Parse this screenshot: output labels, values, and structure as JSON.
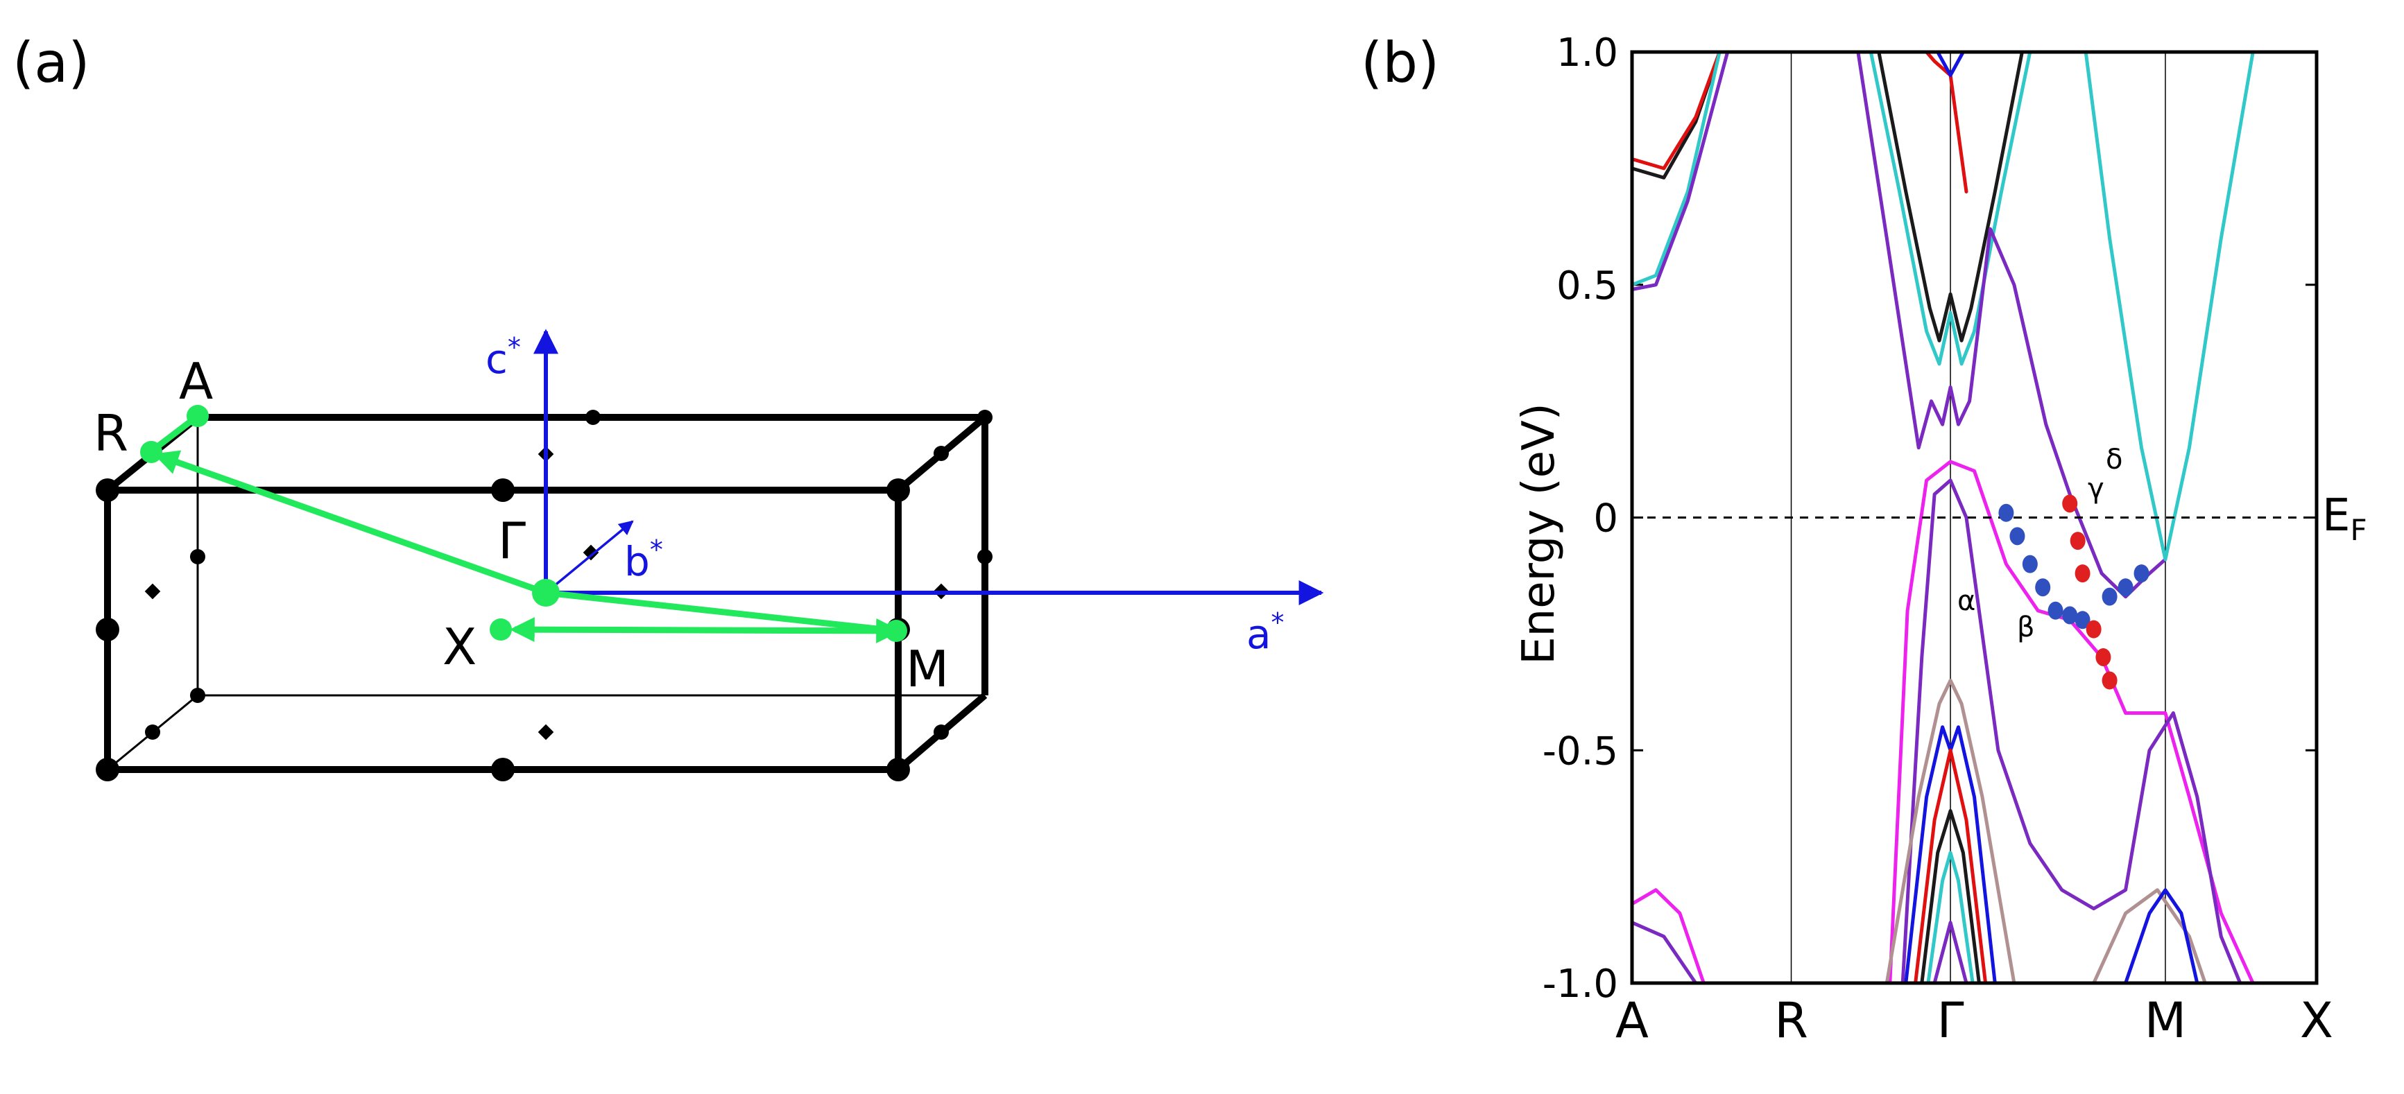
{
  "panel_a": {
    "panel_label": "(a)",
    "axes": {
      "a": "a",
      "b": "b",
      "c": "c",
      "star": "*"
    },
    "points": {
      "A": "A",
      "R": "R",
      "Gamma": "Γ",
      "X": "X",
      "M": "M"
    },
    "colors": {
      "box": "#000000",
      "axes": "#1414e0",
      "path": "#22e85c"
    }
  },
  "panel_b": {
    "panel_label": "(b)",
    "fermi_label": "E",
    "fermi_sub": "F",
    "crossing_labels": {
      "alpha": "α",
      "beta": "β",
      "gamma": "γ",
      "delta": "δ"
    }
  },
  "chart_data": {
    "type": "line",
    "ylabel": "Energy (eV)",
    "ylim": [
      -1.0,
      1.0
    ],
    "yticks": [
      1.0,
      0.5,
      0,
      -0.5,
      -1.0
    ],
    "ytick_labels": [
      "1.0",
      "0.5",
      "0",
      "-0.5",
      "-1.0"
    ],
    "xlim": [
      0,
      4.3
    ],
    "kpoints": [
      {
        "label": "A",
        "x": 0
      },
      {
        "label": "R",
        "x": 1.0
      },
      {
        "label": "Γ",
        "x": 2.0
      },
      {
        "label": "M",
        "x": 3.35
      },
      {
        "label": "X",
        "x": 4.3
      }
    ],
    "fermi_level": 0,
    "series": [
      {
        "color": "#1a1a1a",
        "x": [
          0,
          0.2,
          0.4,
          0.55
        ],
        "y": [
          0.75,
          0.73,
          0.85,
          1.0
        ]
      },
      {
        "color": "#e01010",
        "x": [
          0,
          0.2,
          0.4,
          0.55
        ],
        "y": [
          0.77,
          0.75,
          0.86,
          1.0
        ]
      },
      {
        "color": "#30c8c8",
        "x": [
          0,
          0.15,
          0.35,
          0.55
        ],
        "y": [
          0.5,
          0.52,
          0.7,
          1.0
        ]
      },
      {
        "color": "#7a2ac0",
        "x": [
          0,
          0.15,
          0.35,
          0.6
        ],
        "y": [
          0.49,
          0.5,
          0.68,
          1.0
        ]
      },
      {
        "color": "#7a2ac0",
        "x": [
          0,
          0.2,
          0.4,
          0.6
        ],
        "y": [
          -0.87,
          -0.9,
          -1.0,
          -1.0
        ]
      },
      {
        "color": "#ee22ee",
        "x": [
          0,
          0.15,
          0.3,
          0.45,
          0.6
        ],
        "y": [
          -0.83,
          -0.8,
          -0.85,
          -1.0,
          -1.0
        ]
      },
      {
        "color": "#1a1a1a",
        "x": [
          1.55,
          1.72,
          1.87,
          1.93,
          2.0,
          2.07,
          2.13,
          2.28,
          2.45
        ],
        "y": [
          1.0,
          0.7,
          0.45,
          0.38,
          0.48,
          0.38,
          0.45,
          0.7,
          1.0
        ]
      },
      {
        "color": "#30c8c8",
        "x": [
          1.5,
          1.68,
          1.85,
          1.93,
          2.0,
          2.07,
          2.15,
          2.32,
          2.5
        ],
        "y": [
          1.0,
          0.7,
          0.4,
          0.33,
          0.44,
          0.33,
          0.4,
          0.7,
          1.0
        ]
      },
      {
        "color": "#7a2ac0",
        "x": [
          1.42,
          1.6,
          1.8,
          1.88,
          1.95,
          2.0,
          2.05,
          2.12,
          2.25,
          2.4,
          2.6,
          2.75,
          2.95,
          3.1,
          3.25,
          3.35
        ],
        "y": [
          1.0,
          0.6,
          0.15,
          0.25,
          0.2,
          0.28,
          0.2,
          0.25,
          0.62,
          0.5,
          0.2,
          0.05,
          -0.12,
          -0.17,
          -0.12,
          -0.09
        ]
      },
      {
        "color": "#e01010",
        "x": [
          1.85,
          1.9,
          2.0,
          2.1
        ],
        "y": [
          1.0,
          0.98,
          0.95,
          0.7
        ]
      },
      {
        "color": "#1414e0",
        "x": [
          1.92,
          2.0,
          2.08
        ],
        "y": [
          1.0,
          0.95,
          1.0
        ]
      },
      {
        "color": "#30c8c8",
        "x": [
          2.85,
          3.0,
          3.2,
          3.35,
          3.5,
          3.7,
          3.9
        ],
        "y": [
          1.0,
          0.6,
          0.15,
          -0.09,
          0.15,
          0.6,
          1.0
        ]
      },
      {
        "color": "#ee22ee",
        "x": [
          1.62,
          1.73,
          1.85,
          2.0,
          2.15,
          2.35,
          2.55,
          2.75,
          2.95,
          3.1,
          3.35,
          3.5,
          3.7,
          3.9
        ],
        "y": [
          -1.0,
          -0.2,
          0.08,
          0.12,
          0.1,
          -0.1,
          -0.2,
          -0.22,
          -0.3,
          -0.42,
          -0.42,
          -0.6,
          -0.85,
          -1.0
        ]
      },
      {
        "color": "#7a2ac0",
        "x": [
          1.7,
          1.82,
          1.9,
          2.0,
          2.1,
          2.3,
          2.5,
          2.7,
          2.9,
          3.1,
          3.25,
          3.4,
          3.55,
          3.7,
          3.82
        ],
        "y": [
          -1.0,
          -0.3,
          0.05,
          0.08,
          0.0,
          -0.5,
          -0.7,
          -0.8,
          -0.84,
          -0.8,
          -0.5,
          -0.42,
          -0.6,
          -0.9,
          -1.0
        ]
      },
      {
        "color": "#b09090",
        "x": [
          1.6,
          1.8,
          1.93,
          2.0,
          2.07,
          2.2,
          2.4
        ],
        "y": [
          -1.0,
          -0.6,
          -0.4,
          -0.35,
          -0.4,
          -0.6,
          -1.0
        ]
      },
      {
        "color": "#1414e0",
        "x": [
          1.72,
          1.85,
          1.95,
          2.0,
          2.05,
          2.15,
          2.28
        ],
        "y": [
          -1.0,
          -0.6,
          -0.45,
          -0.5,
          -0.45,
          -0.6,
          -1.0
        ]
      },
      {
        "color": "#e01010",
        "x": [
          1.78,
          1.9,
          2.0,
          2.1,
          2.22
        ],
        "y": [
          -1.0,
          -0.65,
          -0.5,
          -0.65,
          -1.0
        ]
      },
      {
        "color": "#1a1a1a",
        "x": [
          1.82,
          1.92,
          2.0,
          2.08,
          2.18
        ],
        "y": [
          -1.0,
          -0.72,
          -0.63,
          -0.72,
          -1.0
        ]
      },
      {
        "color": "#30c8c8",
        "x": [
          1.86,
          1.95,
          2.0,
          2.05,
          2.14
        ],
        "y": [
          -1.0,
          -0.78,
          -0.72,
          -0.78,
          -1.0
        ]
      },
      {
        "color": "#7a2ac0",
        "x": [
          1.9,
          2.0,
          2.1
        ],
        "y": [
          -1.0,
          -0.87,
          -1.0
        ]
      },
      {
        "color": "#b09090",
        "x": [
          2.9,
          3.1,
          3.3,
          3.5,
          3.6
        ],
        "y": [
          -1.0,
          -0.85,
          -0.8,
          -0.9,
          -1.0
        ]
      },
      {
        "color": "#1414e0",
        "x": [
          3.1,
          3.25,
          3.35,
          3.45,
          3.55
        ],
        "y": [
          -1.0,
          -0.85,
          -0.8,
          -0.85,
          -1.0
        ]
      }
    ],
    "markers": {
      "blue": {
        "color": "#3050c0",
        "x": [
          2.35,
          2.42,
          2.5,
          2.58,
          2.66,
          2.75,
          2.83,
          3.0,
          3.1,
          3.2
        ],
        "y": [
          0.01,
          -0.04,
          -0.1,
          -0.15,
          -0.2,
          -0.21,
          -0.22,
          -0.17,
          -0.15,
          -0.12
        ]
      },
      "red": {
        "color": "#e02020",
        "x": [
          2.75,
          2.8,
          2.83,
          2.9,
          2.96,
          3.0
        ],
        "y": [
          0.03,
          -0.05,
          -0.12,
          -0.24,
          -0.3,
          -0.35
        ]
      }
    }
  }
}
